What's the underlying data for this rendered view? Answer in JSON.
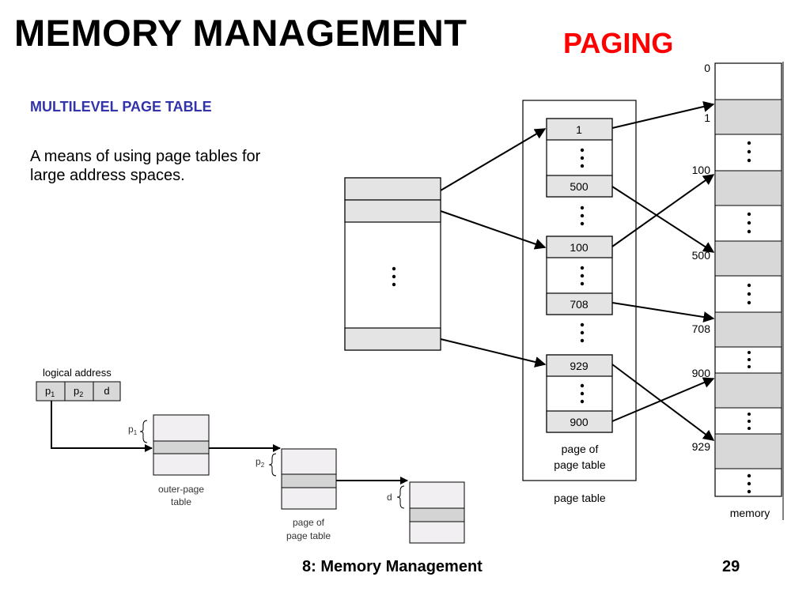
{
  "slide": {
    "title": "MEMORY MANAGEMENT",
    "subtitle": "PAGING",
    "section_heading": "MULTILEVEL PAGE TABLE",
    "body": "A means of using page tables for large address spaces.",
    "footer_left": "8: Memory Management",
    "footer_right": "29"
  },
  "top_diagram": {
    "inner_labels": [
      "1",
      "500",
      "100",
      "708",
      "929",
      "900"
    ],
    "inner_caption_line1": "page of",
    "inner_caption_line2": "page table",
    "page_table_caption": "page table",
    "memory_addresses": [
      "0",
      "1",
      "100",
      "500",
      "708",
      "900",
      "929"
    ],
    "memory_caption": "memory"
  },
  "small_diagram": {
    "logical_address_label": "logical address",
    "fields": [
      "p",
      "p",
      "d"
    ],
    "field_subscripts": [
      "1",
      "2",
      ""
    ],
    "outer_caption_line1": "outer-page",
    "outer_caption_line2": "table",
    "inner_caption_line1": "page of",
    "inner_caption_line2": "page table",
    "brace_labels": [
      "p",
      "p",
      "d"
    ],
    "brace_subscripts": [
      "1",
      "2",
      ""
    ]
  },
  "colors": {
    "title": "#000000",
    "subtitle": "#ff0000",
    "section": "#3333aa",
    "entry_shaded": "#dcdcdc",
    "box_fill": "#f2eff2",
    "memory_shaded": "#d8d8d8"
  }
}
